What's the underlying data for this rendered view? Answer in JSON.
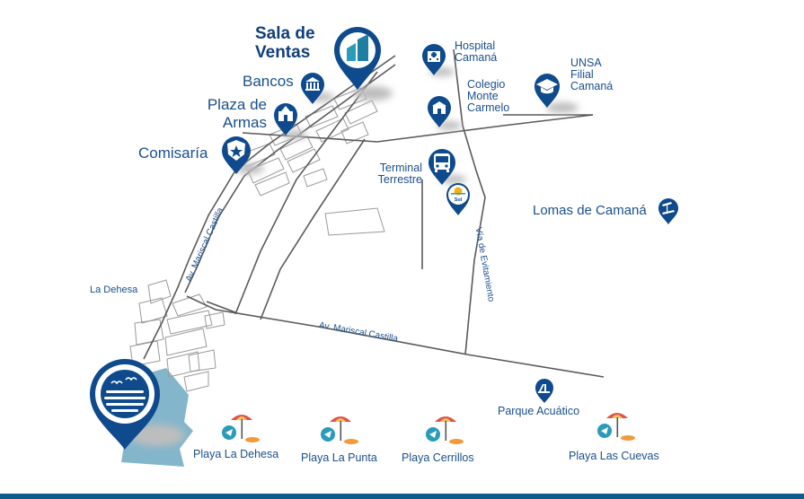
{
  "places": {
    "sala": "Sala de Ventas",
    "bancos": "Bancos",
    "plaza": "Plaza de Armas",
    "comisaria": "Comisaría",
    "hospital": "Hospital Camaná",
    "colegio": "Colegio Monte Carmelo",
    "unsa": "UNSA Filial Camaná",
    "terminal": "Terminal Terrestre",
    "lomas": "Lomas de Camaná",
    "dehesa": "La Dehesa",
    "parque": "Parque Acuático"
  },
  "roads": {
    "av_mariscal_1": "Av. Mariscal Castilla",
    "av_mariscal_2": "Av. Mariscal Castilla",
    "evitamiento": "Vía de Evitamiento"
  },
  "beaches": {
    "dehesa": "Playa La Dehesa",
    "punta": "Playa La Punta",
    "cerrillos": "Playa Cerrillos",
    "cuevas": "Playa Las Cuevas"
  },
  "logos": {
    "sol": "Sol"
  },
  "colors": {
    "pin": "#0e4a8c",
    "road": "#555555",
    "sea": "#6fa9c2",
    "text": "#1b4f8c"
  },
  "icons": [
    "building-logo-icon",
    "bank-icon",
    "church-icon",
    "police-badge-icon",
    "hospital-icon",
    "school-icon",
    "graduation-cap-icon",
    "bus-icon",
    "sun-logo-icon",
    "beach-umbrella-icon",
    "waterpark-icon",
    "sea-birds-icon"
  ]
}
